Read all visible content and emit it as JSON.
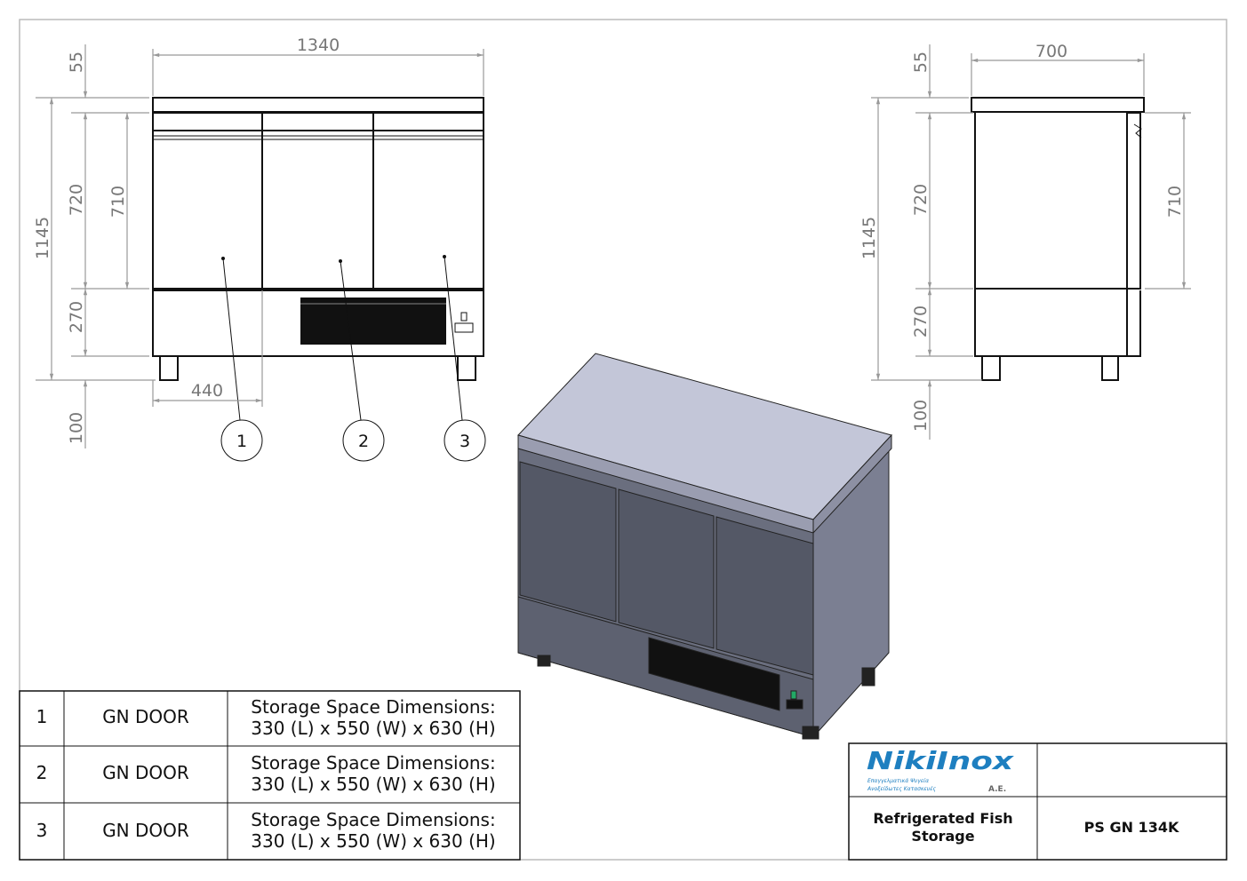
{
  "dimensions": {
    "front": {
      "width": "1340",
      "top": "55",
      "total_height": "1145",
      "door_section": "720",
      "door_height": "710",
      "base": "270",
      "legs": "100",
      "door_width": "440"
    },
    "side": {
      "depth": "700",
      "top": "55",
      "total_height": "1145",
      "door_section": "720",
      "door_height": "710",
      "base": "270",
      "legs": "100"
    }
  },
  "balloons": [
    "1",
    "2",
    "3"
  ],
  "parts_table": [
    {
      "num": "1",
      "name": "GN DOOR",
      "desc_line1": "Storage Space Dimensions:",
      "desc_line2": "330 (L) x 550 (W) x 630 (H)"
    },
    {
      "num": "2",
      "name": "GN DOOR",
      "desc_line1": "Storage Space Dimensions:",
      "desc_line2": "330 (L) x 550 (W) x 630 (H)"
    },
    {
      "num": "3",
      "name": "GN DOOR",
      "desc_line1": "Storage Space Dimensions:",
      "desc_line2": "330 (L) x 550 (W) x 630 (H)"
    }
  ],
  "title_block": {
    "logo": "NikiInox",
    "logo_suffix": "A.E.",
    "logo_tagline1": "Επαγγελματικά Ψυγεία",
    "logo_tagline2": "Ανοξείδωτες Κατασκευές",
    "product_line1": "Refrigerated Fish",
    "product_line2": "Storage",
    "model": "PS GN 134K"
  },
  "colors": {
    "logo_blue": "#1e7fc0",
    "door": "#545866",
    "side": "#7b7f92",
    "top": "#c3c6d8"
  }
}
